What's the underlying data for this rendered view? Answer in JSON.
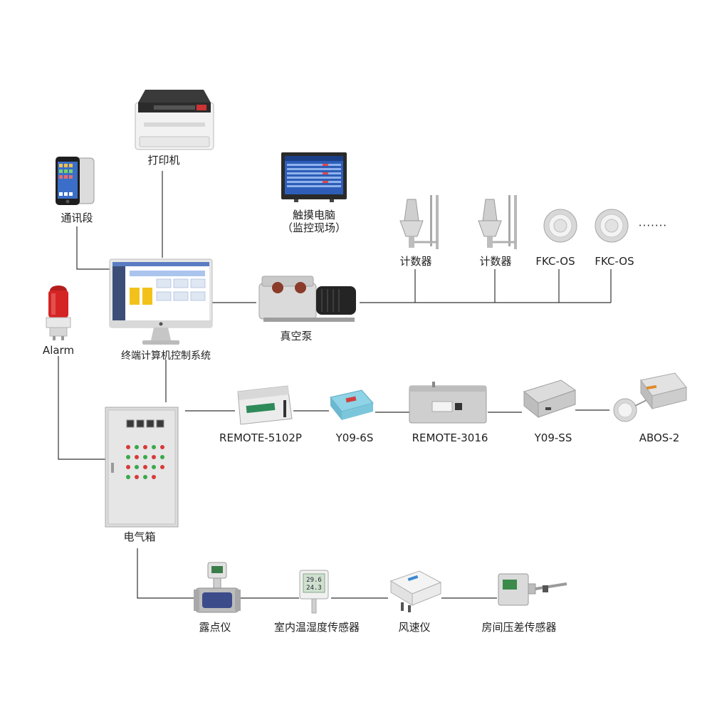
{
  "nodes": {
    "printer": "打印机",
    "phone": "通讯段",
    "touch_pc_line1": "触摸电脑",
    "touch_pc_line2": "（监控现场）",
    "counter_1": "计数器",
    "counter_2": "计数器",
    "fkc_1": "FKC-OS",
    "fkc_2": "FKC-OS",
    "ellipsis": "·······",
    "alarm": "Alarm",
    "terminal": "终端计算机控制系统",
    "vacuum_pump": "真空泵",
    "remote_5102p": "REMOTE-5102P",
    "y09_6s": "Y09-6S",
    "remote_3016": "REMOTE-3016",
    "y09_ss": "Y09-SS",
    "abos_2": "ABOS-2",
    "electric_box": "电气箱",
    "dew_point": "露点仪",
    "indoor_th": "室内温湿度传感器",
    "anemometer": "风速仪",
    "room_dp": "房间压差传感器"
  },
  "sensor_display": {
    "top": "29.6",
    "bottom": "24.3"
  },
  "colors": {
    "line": "#333333",
    "label": "#222222"
  }
}
